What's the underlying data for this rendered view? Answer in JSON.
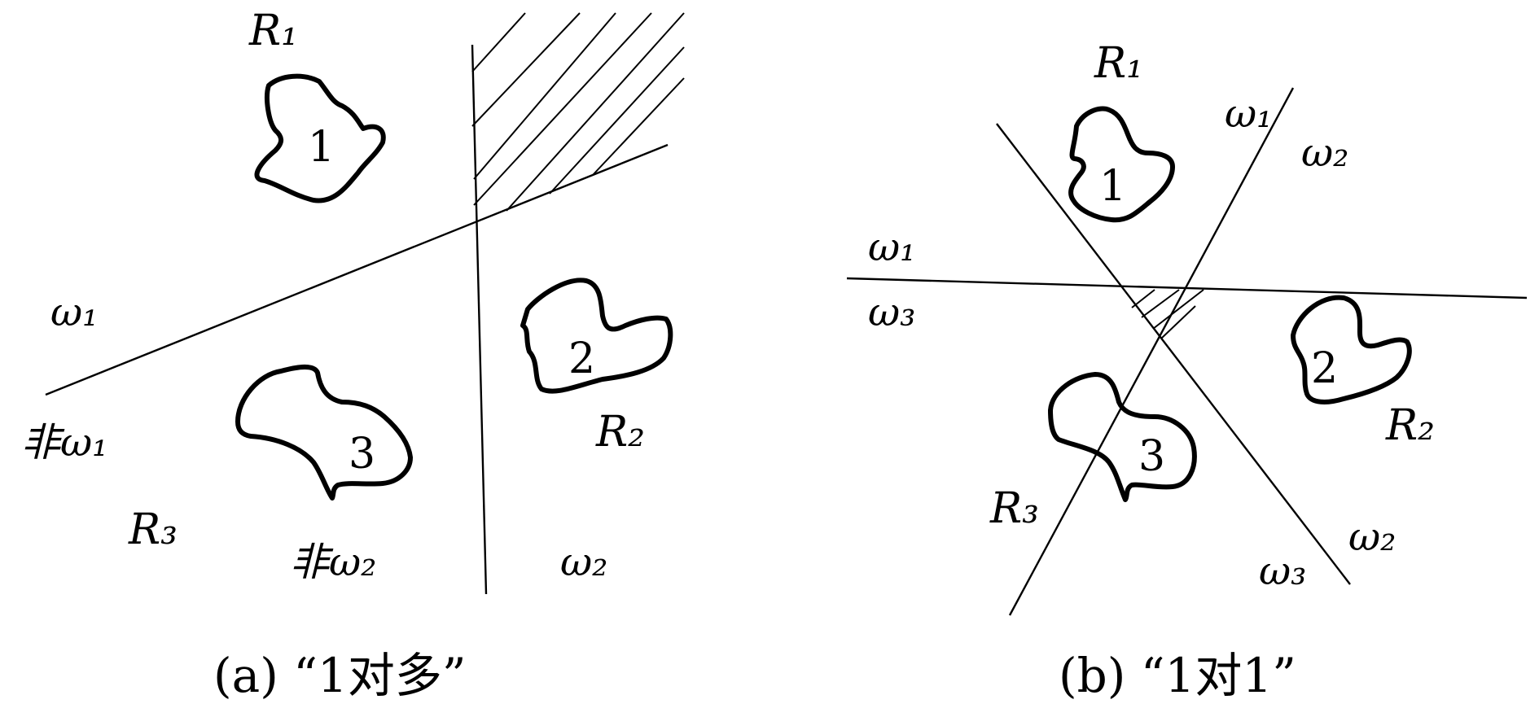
{
  "panel_a": {
    "regions": {
      "r1": "R₁",
      "r2": "R₂",
      "r3": "R₃"
    },
    "blobs": {
      "b1": "1",
      "b2": "2",
      "b3": "3"
    },
    "labels": {
      "w1": "ω₁",
      "not_w1": "非ω₁",
      "not_w2": "非ω₂",
      "w2": "ω₂"
    },
    "caption": "(a) “1对多”"
  },
  "panel_b": {
    "regions": {
      "r1": "R₁",
      "r2": "R₂",
      "r3": "R₃"
    },
    "blobs": {
      "b1": "1",
      "b2": "2",
      "b3": "3"
    },
    "labels": {
      "w1_top": "ω₁",
      "w2_top": "ω₂",
      "w1_left": "ω₁",
      "w3_left": "ω₃",
      "w2_bottom": "ω₂",
      "w3_bottom": "ω₃"
    },
    "caption": "(b) “1对1”"
  }
}
